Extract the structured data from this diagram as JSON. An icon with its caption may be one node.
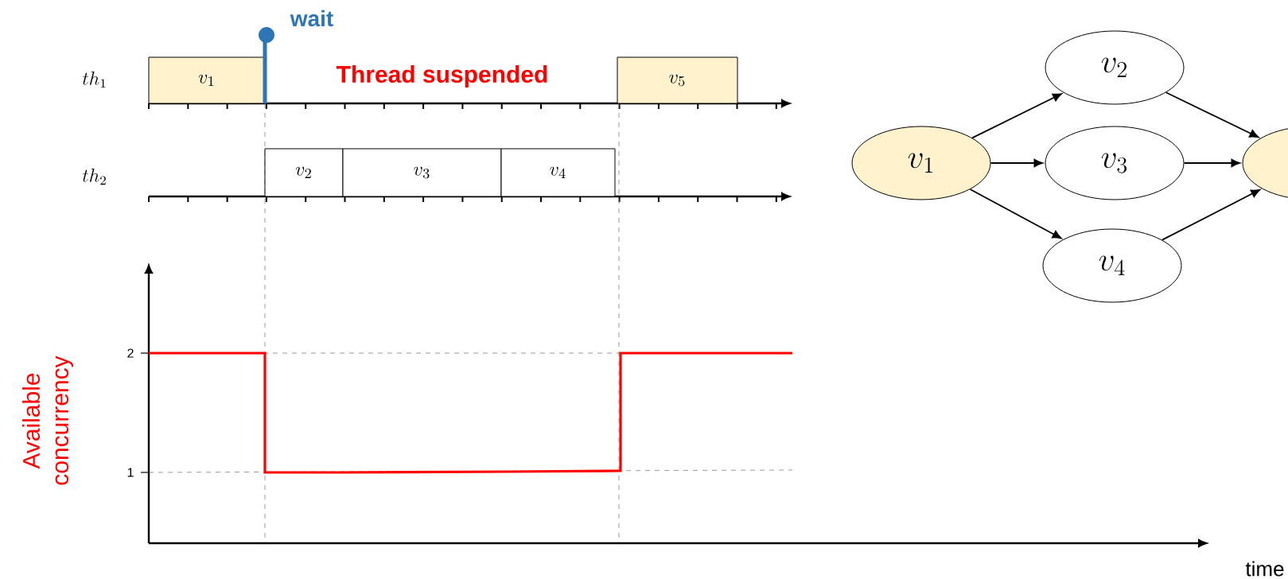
{
  "diagram": {
    "nodes": [
      {
        "text": [
          "v_1"
        ]
      },
      {
        "text": [
          "v_5"
        ]
      },
      {
        "text": [
          "v_2"
        ]
      },
      {
        "text": [
          "v_3"
        ]
      },
      {
        "text": [
          "v_4"
        ]
      },
      {
        "text": [
          "v_1"
        ]
      },
      {
        "text": [
          "v_2"
        ]
      },
      {
        "text": [
          "v_3"
        ]
      },
      {
        "text": [
          "v_4"
        ]
      },
      {
        "text": [],
        "shape": "ellipse"
      }
    ],
    "edges": [
      {
        "from": 5,
        "to": 6,
        "arrow": "to"
      },
      {
        "from": 5,
        "to": 7,
        "arrow": "to"
      },
      {
        "from": 5,
        "to": 8,
        "arrow": "to"
      },
      {
        "from": 6,
        "to": 9,
        "arrow": "to"
      },
      {
        "from": 7,
        "to": 9,
        "arrow": "to"
      },
      {
        "from": 8,
        "to": 9,
        "arrow": "to"
      }
    ],
    "labels": [
      "wait",
      "th_1",
      "Thread suspended",
      "th_2",
      "2",
      "1",
      "Available concurrency",
      "time"
    ]
  }
}
